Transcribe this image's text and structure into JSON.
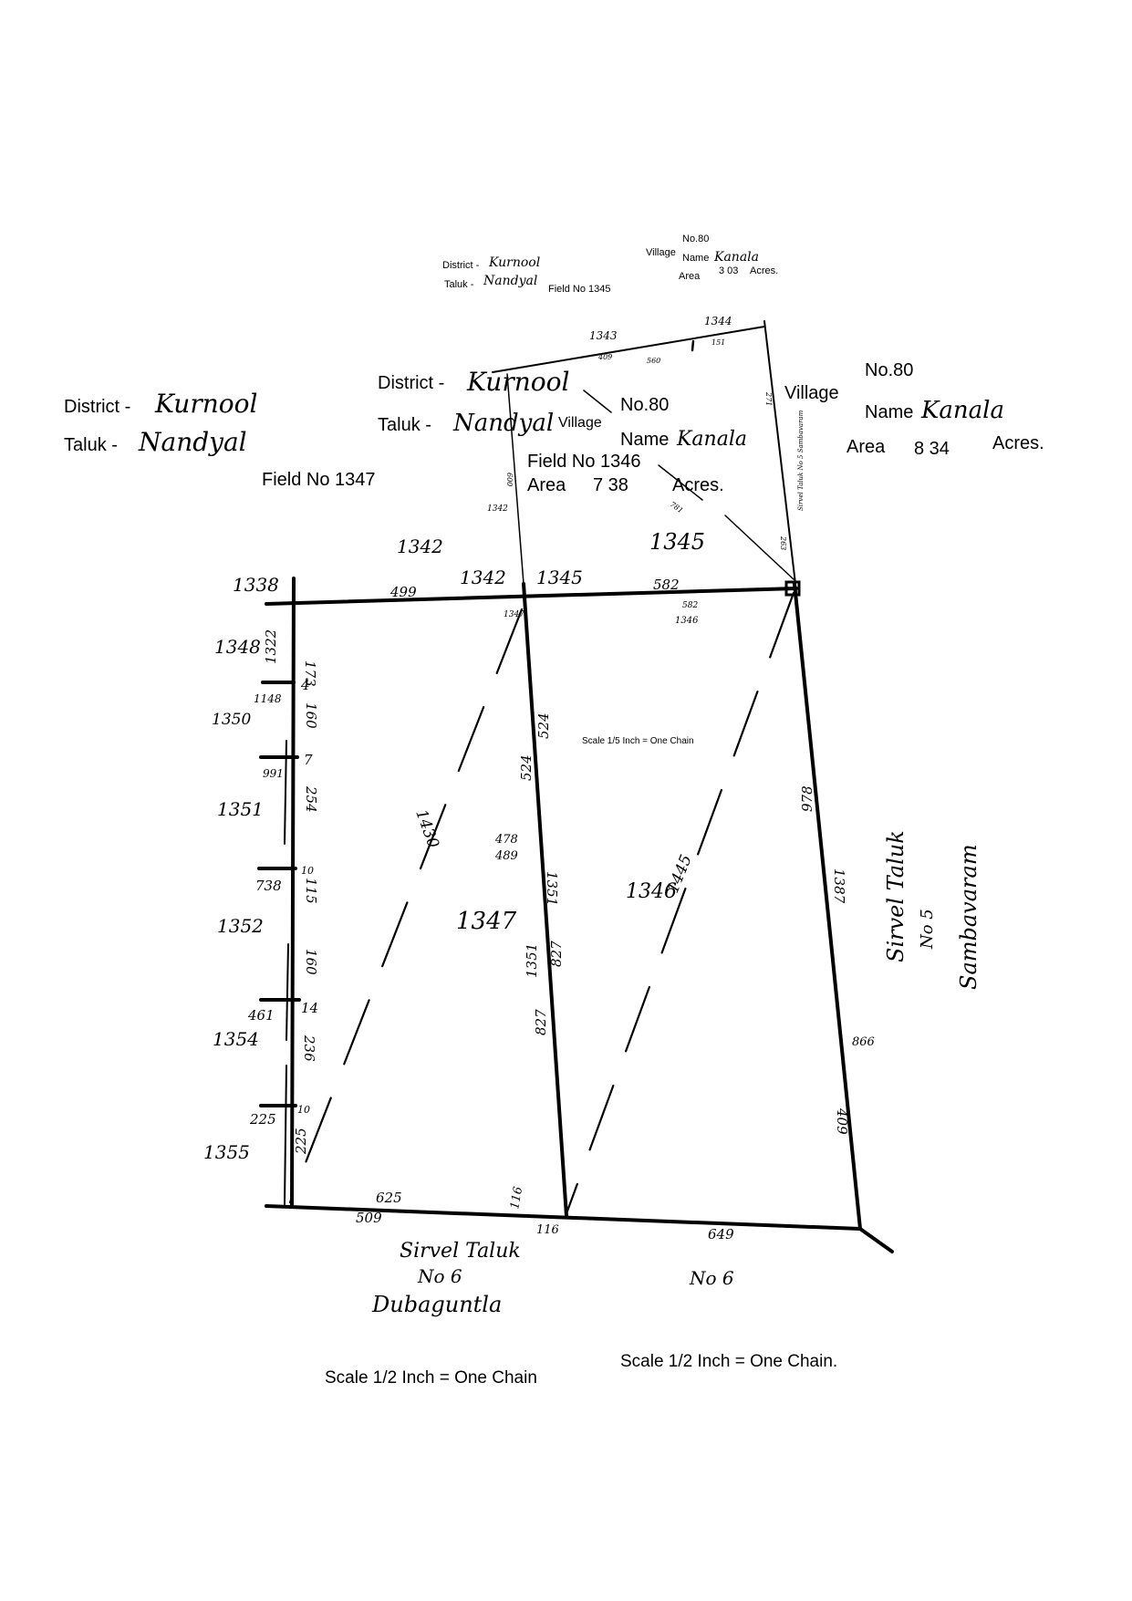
{
  "small_header": {
    "district_label": "District -",
    "district_value": "Kurnool",
    "taluk_label": "Taluk -",
    "taluk_value": "Nandyal",
    "field_no": "Field No 1345",
    "village_label": "Village",
    "village_no": "No.80",
    "village_name_label": "Name",
    "village_name": "Kanala",
    "area_label": "Area",
    "area_value": "3 03",
    "area_unit": "Acres."
  },
  "left_header": {
    "district_label": "District -",
    "district_value": "Kurnool",
    "taluk_label": "Taluk -",
    "taluk_value": "Nandyal",
    "field_no": "Field No 1347"
  },
  "center_header": {
    "district_label": "District -",
    "district_value": "Kurnool",
    "taluk_label": "Taluk -",
    "taluk_value": "Nandyal",
    "village_label": "Village",
    "village_no": "No.80",
    "village_name_label": "Name",
    "village_name": "Kanala",
    "field_no": "Field No 1346",
    "area_label": "Area",
    "area_value": "7 38",
    "area_unit": "Acres."
  },
  "right_header": {
    "village_label": "Village",
    "village_no": "No.80",
    "village_name_label": "Name",
    "village_name": "Kanala",
    "area_label": "Area",
    "area_value": "8 34",
    "area_unit": "Acres."
  },
  "fields": {
    "f1347": "1347",
    "f1346": "1346",
    "f1345": "1345",
    "f1342a": "1342",
    "f1342b": "1342",
    "f1345b": "1345",
    "f1338": "1338",
    "f1348": "1348",
    "f1350": "1350",
    "f1351": "1351",
    "f1352": "1352",
    "f1354": "1354",
    "f1355": "1355",
    "f1343": "1343",
    "f1344": "1344",
    "f1342s": "1342",
    "f1346s": "1346",
    "f1347s": "1347"
  },
  "measurements": {
    "m499": "499",
    "m582": "582",
    "m582s": "582",
    "m1322": "1322",
    "m173": "173",
    "m4": "4",
    "m1148": "1148",
    "m160a": "160",
    "m7": "7",
    "m991": "991",
    "m254": "254",
    "m10a": "10",
    "m738": "738",
    "m115": "115",
    "m160b": "160",
    "m14": "14",
    "m461": "461",
    "m236": "236",
    "m10b": "10",
    "m225a": "225",
    "m225b": "225",
    "m625": "625",
    "m509": "509",
    "m116a": "116",
    "m116b": "116",
    "m649": "649",
    "m524a": "524",
    "m524b": "524",
    "m478": "478",
    "m489": "489",
    "m1351a": "1351",
    "m1351b": "1351",
    "m827a": "827",
    "m827b": "827",
    "m1430": "1430",
    "m1445": "1445",
    "m978": "978",
    "m1387": "1387",
    "m866": "866",
    "m409b": "409",
    "m409": "409",
    "m560": "560",
    "m151": "151",
    "m271": "271",
    "m600": "600",
    "m781": "781",
    "m263": "263"
  },
  "boundaries": {
    "south_taluk": "Sirvel Taluk",
    "south_no": "No 6",
    "south_village": "Dubaguntla",
    "south_no2": "No 6",
    "east_taluk": "Sirvel Taluk",
    "east_no": "No 5",
    "east_village": "Sambavaram",
    "east_small": "Sirvel Taluk No 5 Sambavaram"
  },
  "scales": {
    "scale_center": "Scale 1/5 Inch = One Chain",
    "scale_left": "Scale 1/2 Inch = One Chain",
    "scale_right": "Scale 1/2 Inch = One Chain."
  }
}
